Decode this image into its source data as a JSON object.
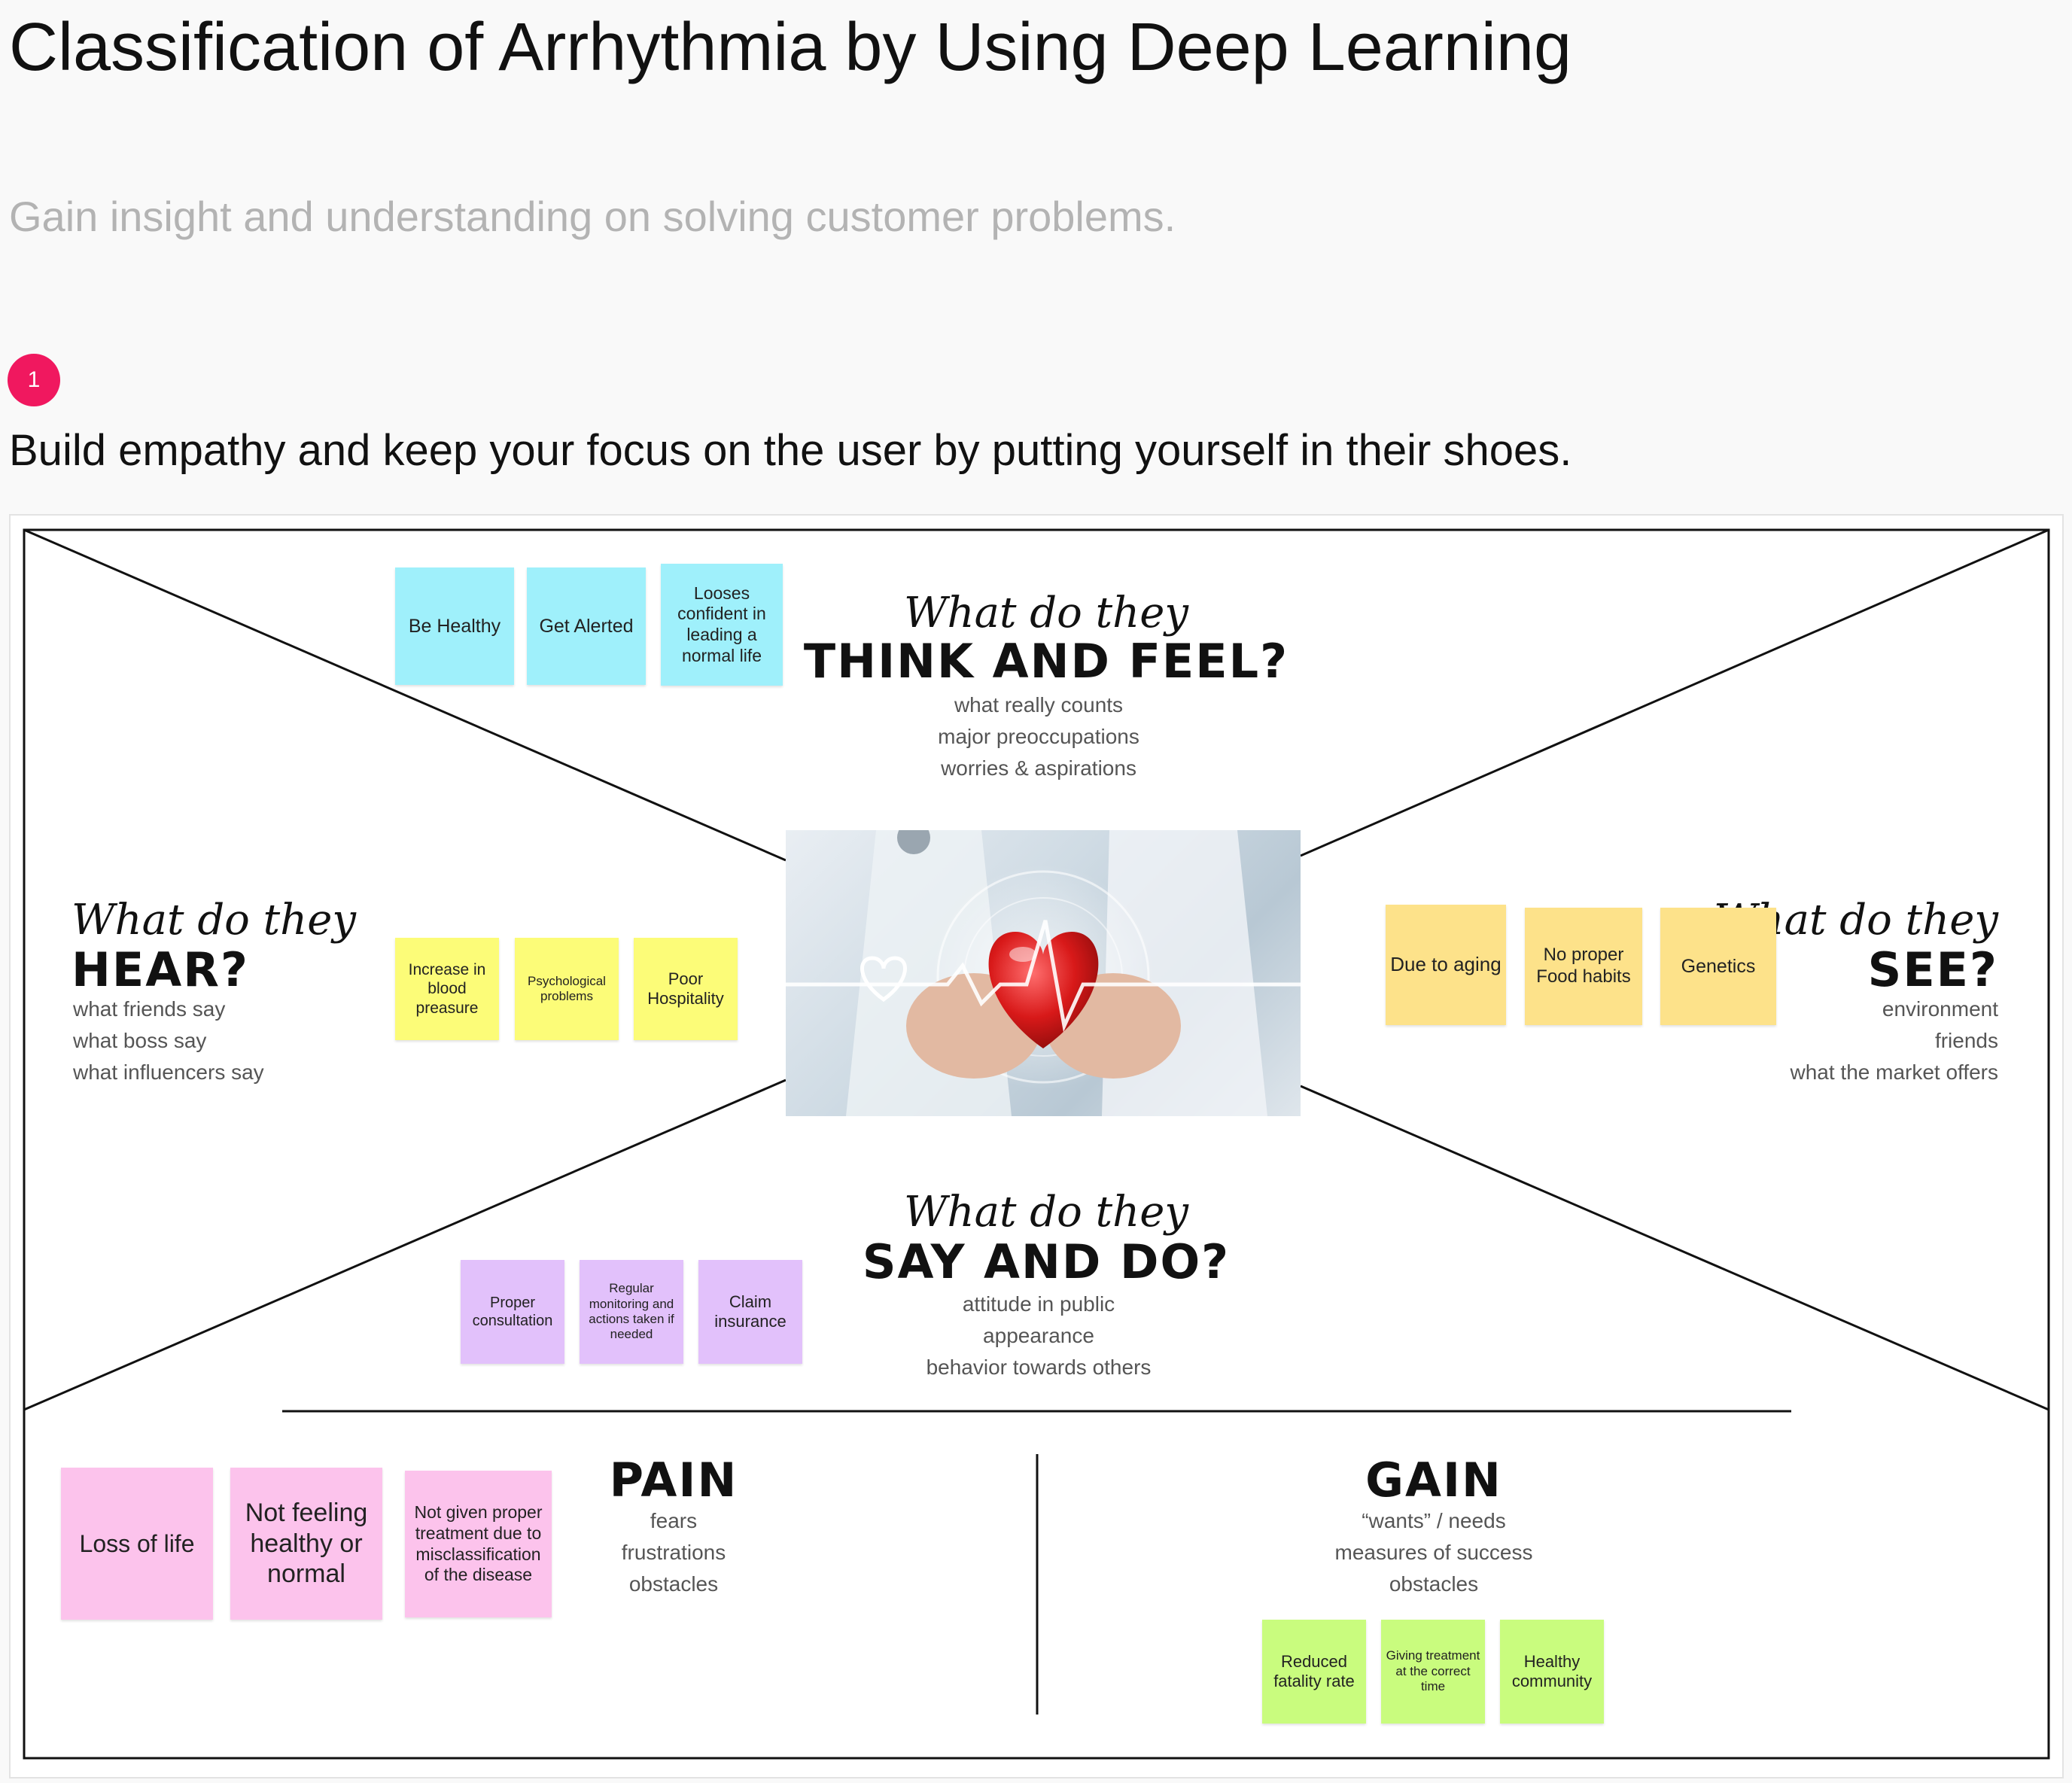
{
  "page": {
    "title": "Classification of Arrhythmia by Using Deep Learning",
    "subtitle": "Gain insight and understanding on solving customer problems.",
    "step_number": "1",
    "step_text": "Build empathy and keep your focus on the user by putting yourself in their shoes."
  },
  "think_feel": {
    "script": "What do they",
    "heading": "THINK AND FEEL?",
    "hints": [
      "what really counts",
      "major preoccupations",
      "worries & aspirations"
    ],
    "notes": [
      "Be Healthy",
      "Get Alerted",
      "Looses confident in leading a normal life"
    ]
  },
  "hear": {
    "script": "What do they",
    "heading": "HEAR?",
    "hints": [
      "what friends say",
      "what boss say",
      "what influencers say"
    ],
    "notes": [
      "Increase in blood preasure",
      "Psychological problems",
      "Poor Hospitality"
    ]
  },
  "see": {
    "script": "What do they",
    "heading": "SEE?",
    "hints": [
      "environment",
      "friends",
      "what the market offers"
    ],
    "notes": [
      "Due to aging",
      "No proper Food habits",
      "Genetics"
    ]
  },
  "say_do": {
    "script": "What do they",
    "heading": "SAY AND DO?",
    "hints": [
      "attitude in public",
      "appearance",
      "behavior towards others"
    ],
    "notes": [
      "Proper consultation",
      "Regular monitoring and actions taken if needed",
      "Claim insurance"
    ]
  },
  "pain": {
    "heading": "PAIN",
    "hints": [
      "fears",
      "frustrations",
      "obstacles"
    ],
    "notes": [
      "Loss of life",
      "Not feeling healthy or normal",
      "Not given proper treatment due to misclassification of the disease"
    ]
  },
  "gain": {
    "heading": "GAIN",
    "hints": [
      "“wants” / needs",
      "measures of success",
      "obstacles"
    ],
    "notes": [
      "Reduced fatality rate",
      "Giving treatment at the correct time",
      "Healthy community"
    ]
  },
  "colors": {
    "badge": "#f0185f",
    "cyan_note": "#9ff0fb",
    "yellow_note": "#fcfc78",
    "orange_note": "#fde28a",
    "purple_note": "#e2c1fb",
    "pink_note": "#fcc3ec",
    "green_note": "#c9fc7e"
  }
}
